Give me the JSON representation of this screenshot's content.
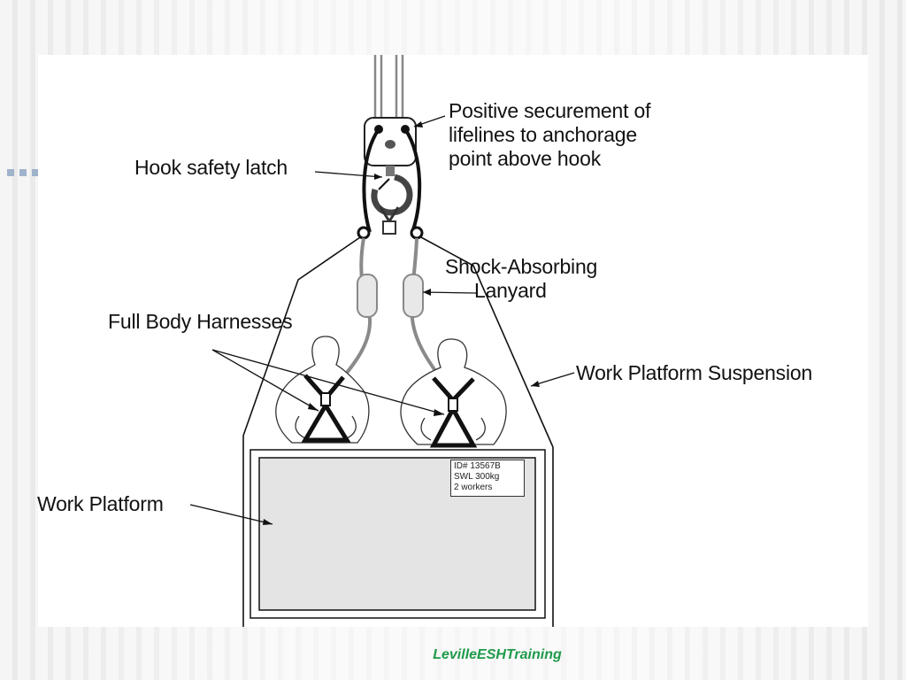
{
  "labels": {
    "positive_securement": [
      "Positive securement of",
      "lifelines to anchorage",
      "point above hook"
    ],
    "hook_latch": "Hook safety latch",
    "shock_absorbing": [
      "Shock-Absorbing",
      "Lanyard"
    ],
    "harnesses": "Full Body Harnesses",
    "suspension": "Work Platform Suspension",
    "platform": "Work Platform"
  },
  "plate": [
    "ID# 13567B",
    "SWL 300kg",
    "2 workers"
  ],
  "footer": "LevilleESHTraining",
  "colors": {
    "footer": "#1e9a4a",
    "platform_fill": "#e4e4e4",
    "lanyard": "#8a8a8a"
  }
}
